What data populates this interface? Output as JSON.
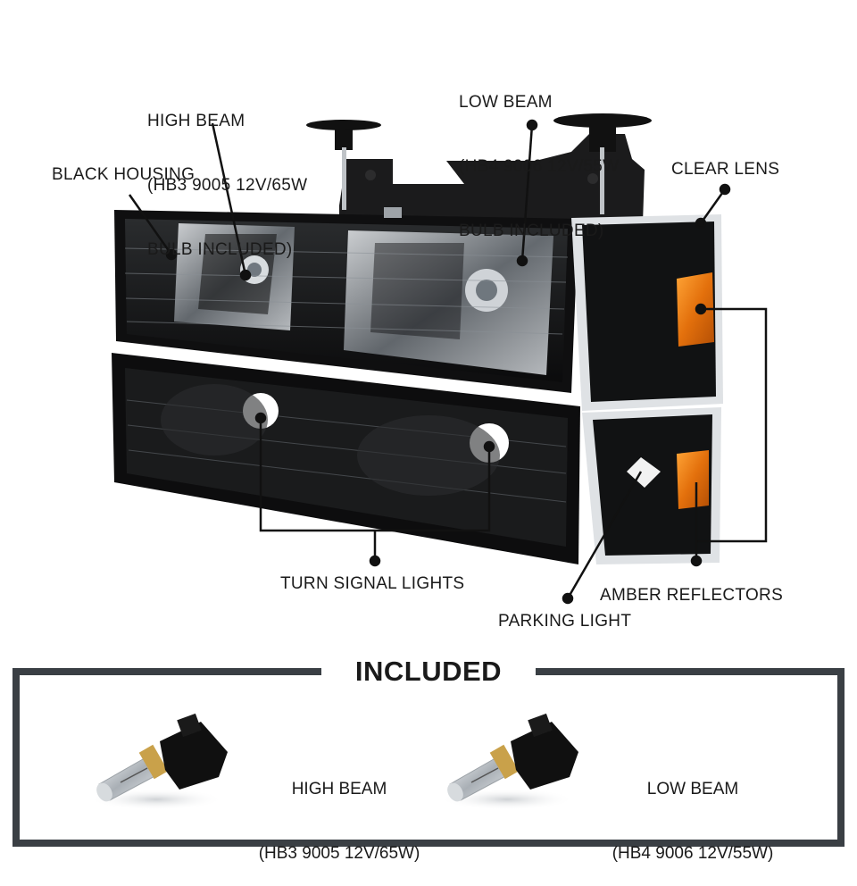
{
  "callouts": {
    "high_beam": [
      "HIGH BEAM",
      "(HB3 9005 12V/65W",
      "BULB INCLUDED)"
    ],
    "low_beam": [
      "LOW BEAM",
      "(HB4 9006 12V/55W",
      "BULB INCLUDED)"
    ],
    "black_housing": "BLACK HOUSING",
    "clear_lens": "CLEAR LENS",
    "turn_signal": "TURN SIGNAL LIGHTS",
    "amber_reflectors": "AMBER REFLECTORS",
    "parking_light": "PARKING LIGHT"
  },
  "included": {
    "title": "INCLUDED",
    "items": [
      {
        "name": "HIGH BEAM",
        "spec": "(HB3 9005 12V/65W)"
      },
      {
        "name": "LOW BEAM",
        "spec": "(HB4 9006 12V/55W)"
      }
    ]
  },
  "colors": {
    "housing": "#151515",
    "amber": "#e8710a",
    "frame": "#3a3f44",
    "chrome": "#c9ccd0"
  }
}
